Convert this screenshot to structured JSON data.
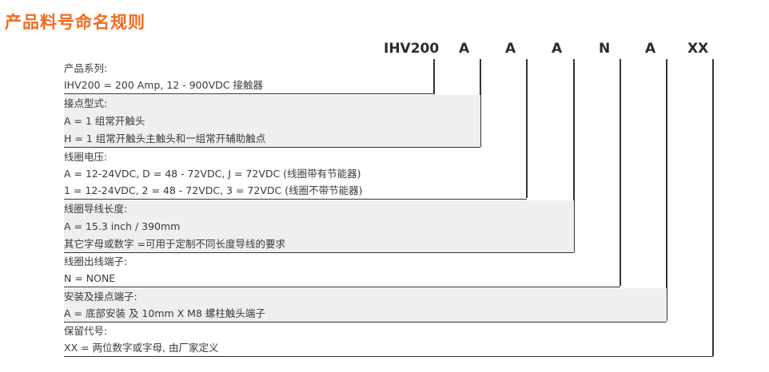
{
  "title": "产品料号命名规则",
  "code_parts": [
    "IHV200",
    "A",
    "A",
    "A",
    "N",
    "A",
    "XX"
  ],
  "sections": [
    {
      "label": "产品系列:",
      "lines": [
        "IHV200 = 200 Amp, 12 - 900VDC 接触器"
      ]
    },
    {
      "label": "接点型式:",
      "lines": [
        "A = 1 组常开触头",
        "H = 1 组常开触头主触头和一组常开辅助触点"
      ]
    },
    {
      "label": "线圈电压:",
      "lines": [
        "A = 12-24VDC, D = 48 - 72VDC, J = 72VDC (线圈带有节能器)",
        "1  = 12-24VDC, 2 = 48 - 72VDC, 3 = 72VDC (线圈不带节能器)"
      ]
    },
    {
      "label": "线圈导线长度:",
      "lines": [
        "A = 15.3 inch / 390mm",
        "其它字母或数字 =可用于定制不同长度导线的要求"
      ]
    },
    {
      "label": "线圈出线端子:",
      "lines": [
        "N = NONE"
      ]
    },
    {
      "label": "安装及接点端子:",
      "lines": [
        "A = 底部安装 及 10mm X M8 螺柱触头端子"
      ]
    },
    {
      "label": "保留代号:",
      "lines": [
        "XX = 两位数字或字母, 由厂家定义"
      ]
    }
  ]
}
